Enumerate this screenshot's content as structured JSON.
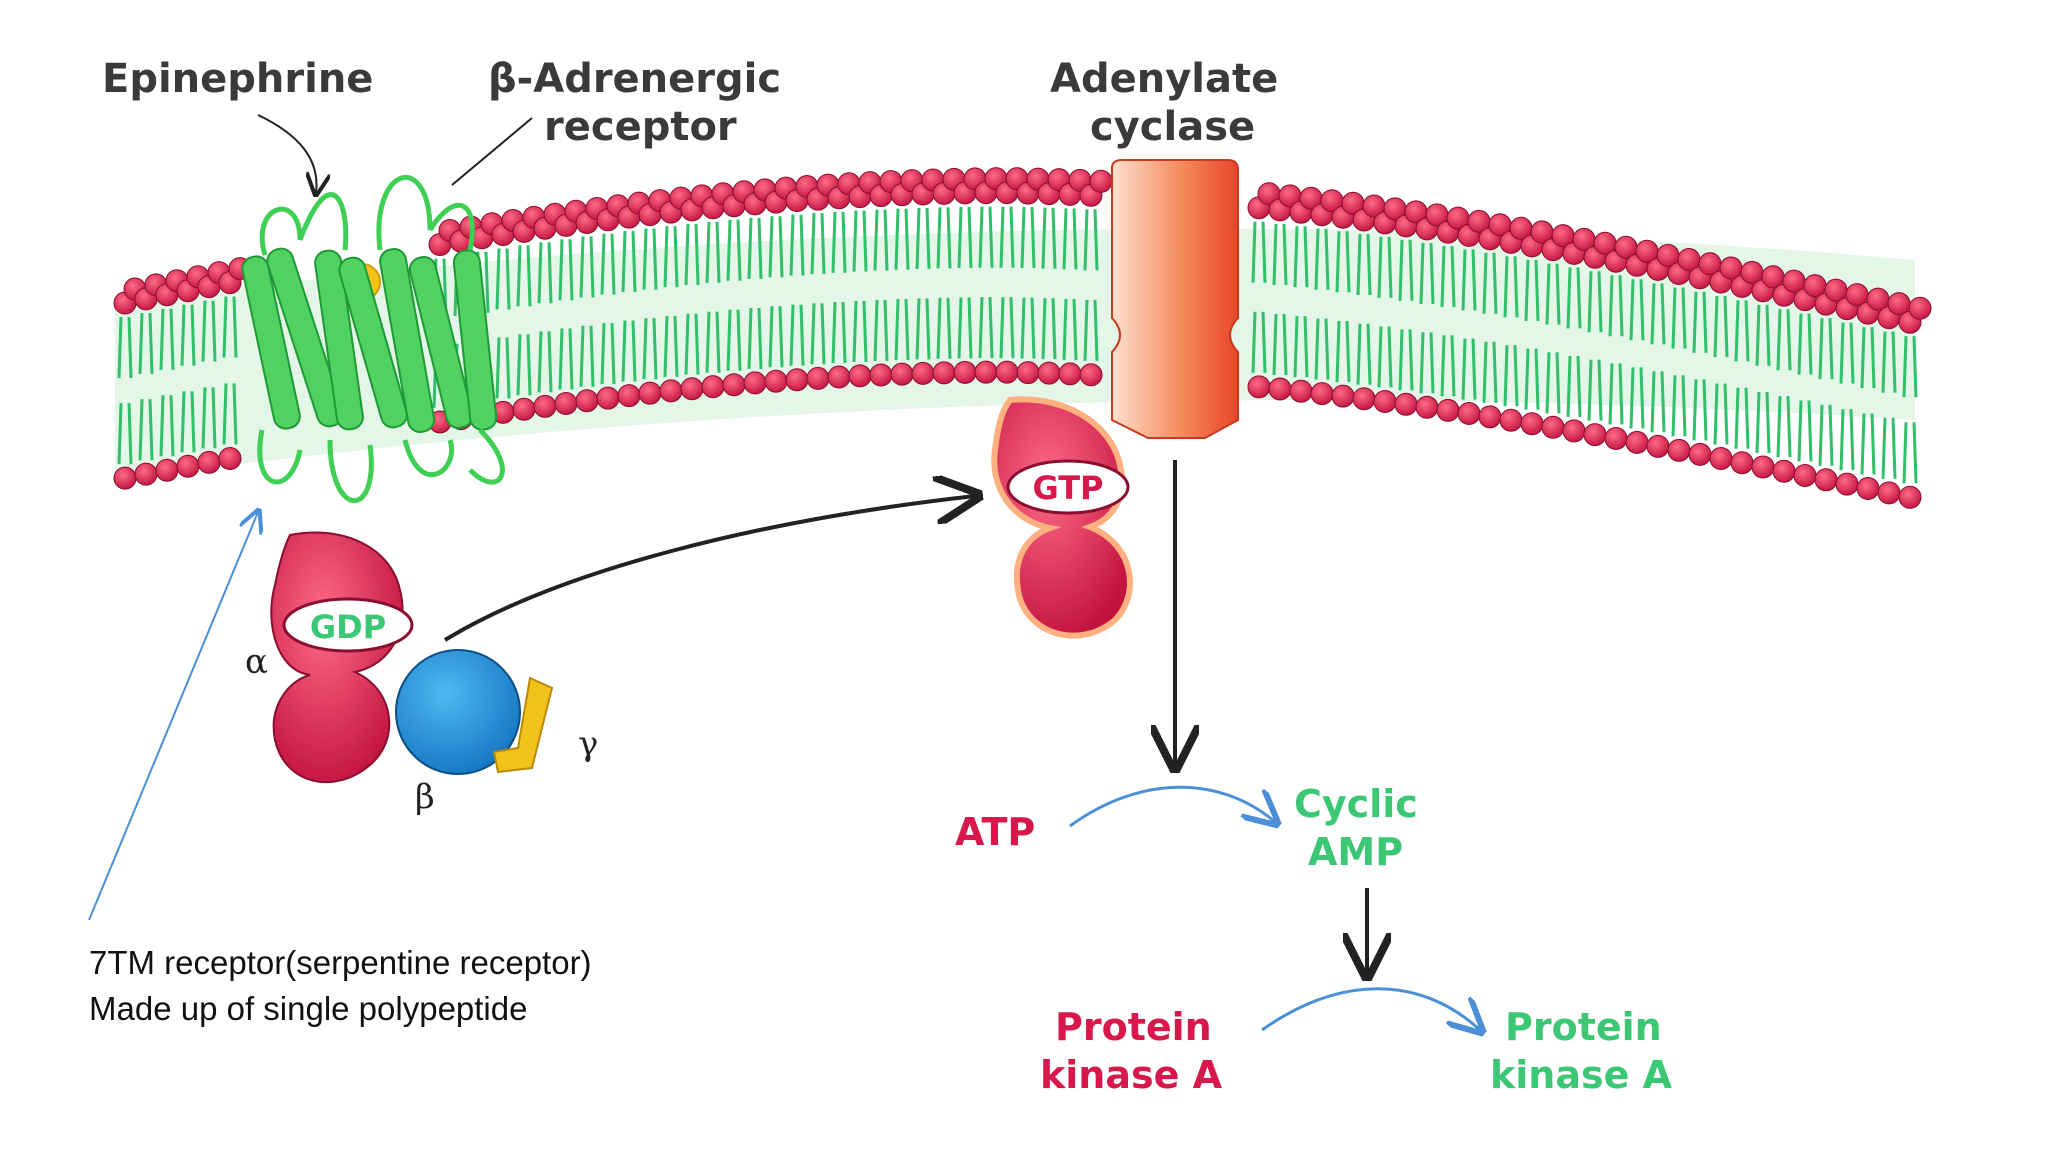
{
  "labels": {
    "epinephrine": "Epinephrine",
    "beta_receptor_line1": "β-Adrenergic",
    "beta_receptor_line2": "receptor",
    "adenylate_line1": "Adenylate",
    "adenylate_line2": "cyclase",
    "gdp": "GDP",
    "gtp": "GTP",
    "alpha": "α",
    "beta": "β",
    "gamma": "γ",
    "atp": "ATP",
    "camp_line1": "Cyclic",
    "camp_line2": "AMP",
    "pka_inactive_line1": "Protein",
    "pka_inactive_line2": "kinase A",
    "pka_active_line1": "Protein",
    "pka_active_line2": "kinase A"
  },
  "note": {
    "line1": "7TM receptor(serpentine receptor)",
    "line2": "Made up of single polypeptide"
  },
  "colors": {
    "lipid_head": "#d81b47",
    "lipid_tail": "#2ec06a",
    "membrane_core": "#d9f3df",
    "receptor": "#3fcf55",
    "g_alpha": "#c8184a",
    "g_beta": "#1b8fd6",
    "g_gamma": "#f3c21b",
    "cyclase": "#f06a3c",
    "red_text": "#d8174a",
    "green_text": "#3bc773",
    "arrow_blue": "#4a8fd8"
  }
}
